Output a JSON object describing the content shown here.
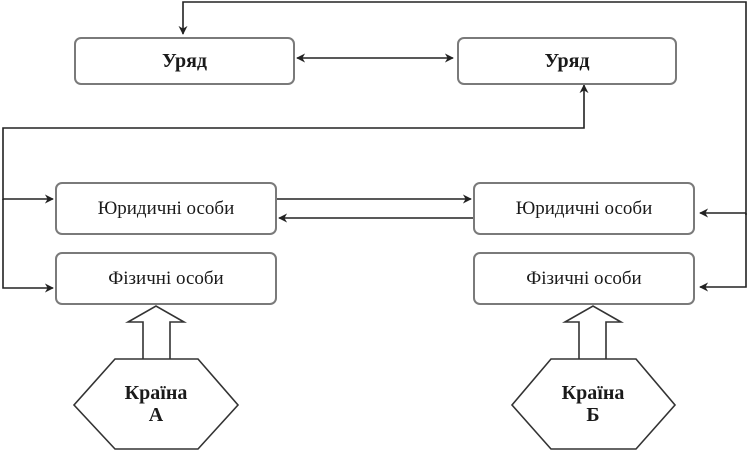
{
  "diagram": {
    "nodes": {
      "gov_a": {
        "label": "Уряд"
      },
      "gov_b": {
        "label": "Уряд"
      },
      "legal_a": {
        "label": "Юридичні особи"
      },
      "legal_b": {
        "label": "Юридичні особи"
      },
      "phys_a": {
        "label": "Фізичні особи"
      },
      "phys_b": {
        "label": "Фізичні особи"
      },
      "country_a": {
        "line1": "Країна",
        "line2": "А"
      },
      "country_b": {
        "line1": "Країна",
        "line2": "Б"
      }
    },
    "edges": [
      {
        "from": "gov_a",
        "to": "gov_b",
        "type": "bidirectional"
      },
      {
        "from": "legal_b",
        "to": "gov_a",
        "type": "arrow"
      },
      {
        "from": "legal_b",
        "to": "phys_b",
        "type": "arrow"
      },
      {
        "from": "legal_a",
        "to": "gov_b",
        "type": "arrow"
      },
      {
        "from": "legal_a",
        "to": "phys_a",
        "type": "arrow"
      },
      {
        "from": "legal_a",
        "to": "legal_b",
        "type": "arrow"
      },
      {
        "from": "legal_b",
        "to": "legal_a",
        "type": "arrow"
      },
      {
        "from": "country_a",
        "to": "phys_a",
        "type": "block-arrow"
      },
      {
        "from": "country_b",
        "to": "phys_b",
        "type": "block-arrow"
      }
    ],
    "colors": {
      "line": "#222222",
      "box_border": "#7a7a7a",
      "background": "#ffffff"
    }
  }
}
